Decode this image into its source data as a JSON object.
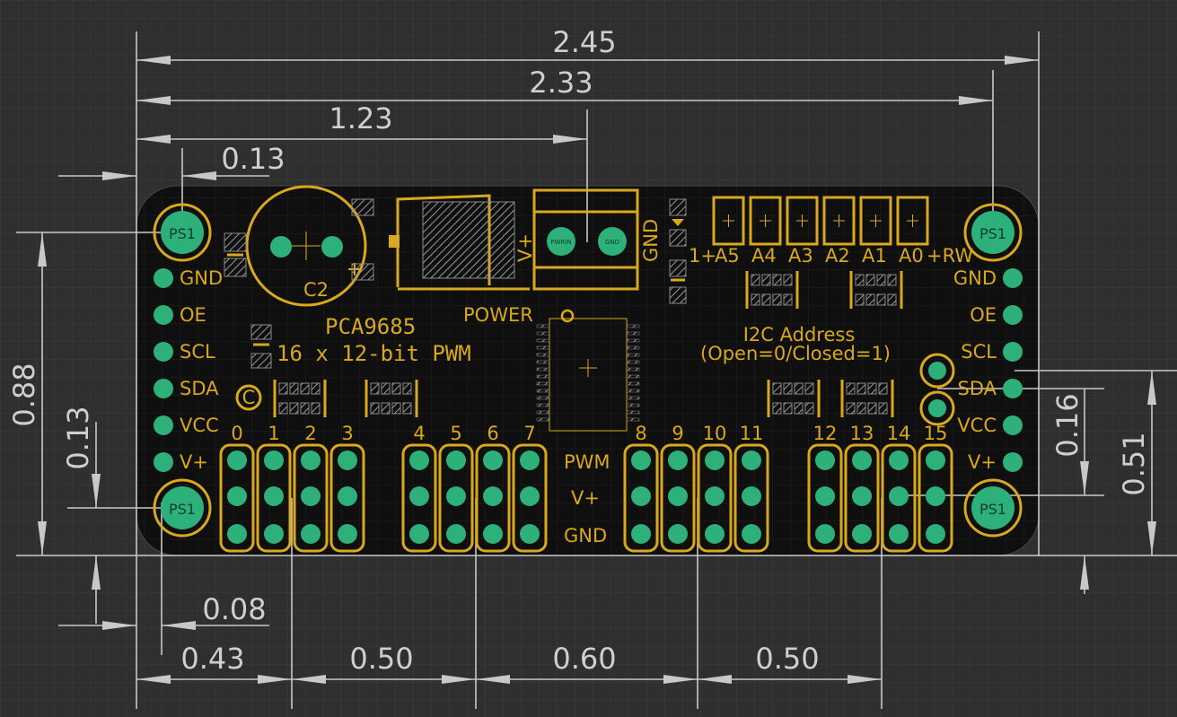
{
  "dimensions": {
    "top": [
      "2.45",
      "2.33",
      "1.23",
      "0.13"
    ],
    "bottom": [
      "0.08",
      "0.43",
      "0.50",
      "0.60",
      "0.50"
    ],
    "left": [
      "0.88",
      "0.13"
    ],
    "right": [
      "0.16",
      "0.51"
    ]
  },
  "board": {
    "chip": "PCA9685",
    "subtitle": "16 x 12-bit PWM",
    "power_label": "POWER",
    "cap": "C2",
    "cap_small": "C",
    "terminal_vplus": "V+",
    "terminal_gnd": "GND",
    "terminal_pins": [
      "PWRIN",
      "GND"
    ],
    "mount_label": "PS1",
    "address_title": "I2C Address",
    "address_sub": "(Open=0/Closed=1)",
    "address_pins": [
      "1+",
      "A5",
      "A4",
      "A3",
      "A2",
      "A1",
      "A0",
      "+RW"
    ],
    "left_header": [
      "GND",
      "OE",
      "SCL",
      "SDA",
      "VCC",
      "V+"
    ],
    "right_header": [
      "GND",
      "OE",
      "SCL",
      "SDA",
      "VCC",
      "V+"
    ],
    "pwm_rows": [
      "PWM",
      "V+",
      "GND"
    ],
    "channels": [
      "0",
      "1",
      "2",
      "3",
      "4",
      "5",
      "6",
      "7",
      "8",
      "9",
      "10",
      "11",
      "12",
      "13",
      "14",
      "15"
    ]
  },
  "colors": {
    "background": "#2f2f2f",
    "board": "#0f0f0f",
    "silkscreen": "#d9a81c",
    "pad": "#2db07a",
    "dimension": "#cfcfcf"
  }
}
